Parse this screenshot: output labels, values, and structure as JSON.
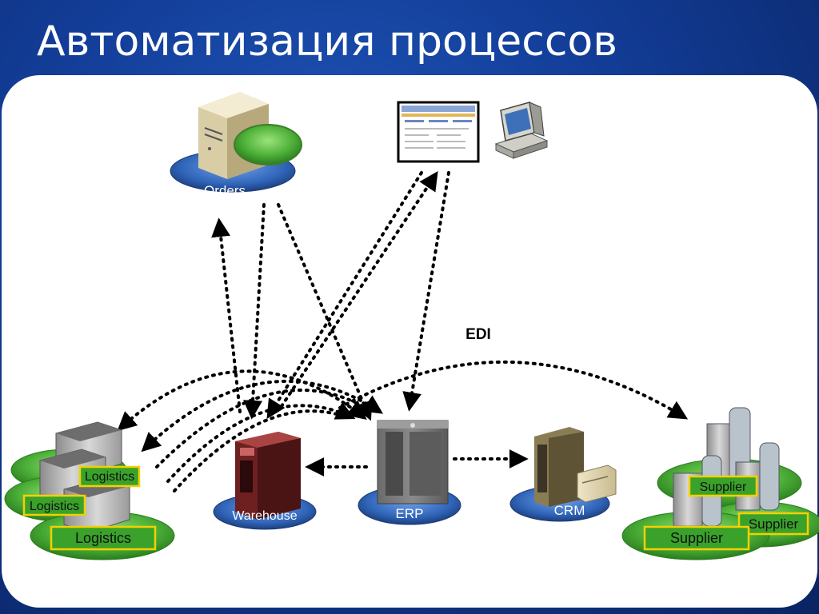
{
  "slide": {
    "title": "Автоматизация процессов"
  },
  "nodes": {
    "orders": "Orders",
    "warehouse": "Warehouse",
    "erp": "ERP",
    "crm": "CRM"
  },
  "edi_label": "EDI",
  "logistics_labels": [
    "Logistics",
    "Logistics",
    "Logistics"
  ],
  "supplier_labels": [
    "Supplier",
    "Supplier",
    "Supplier"
  ],
  "colors": {
    "background": "#123c96",
    "platform_blue": "#2f64b8",
    "platform_green": "#3a9a2a",
    "label_box_border": "#f3d000"
  }
}
